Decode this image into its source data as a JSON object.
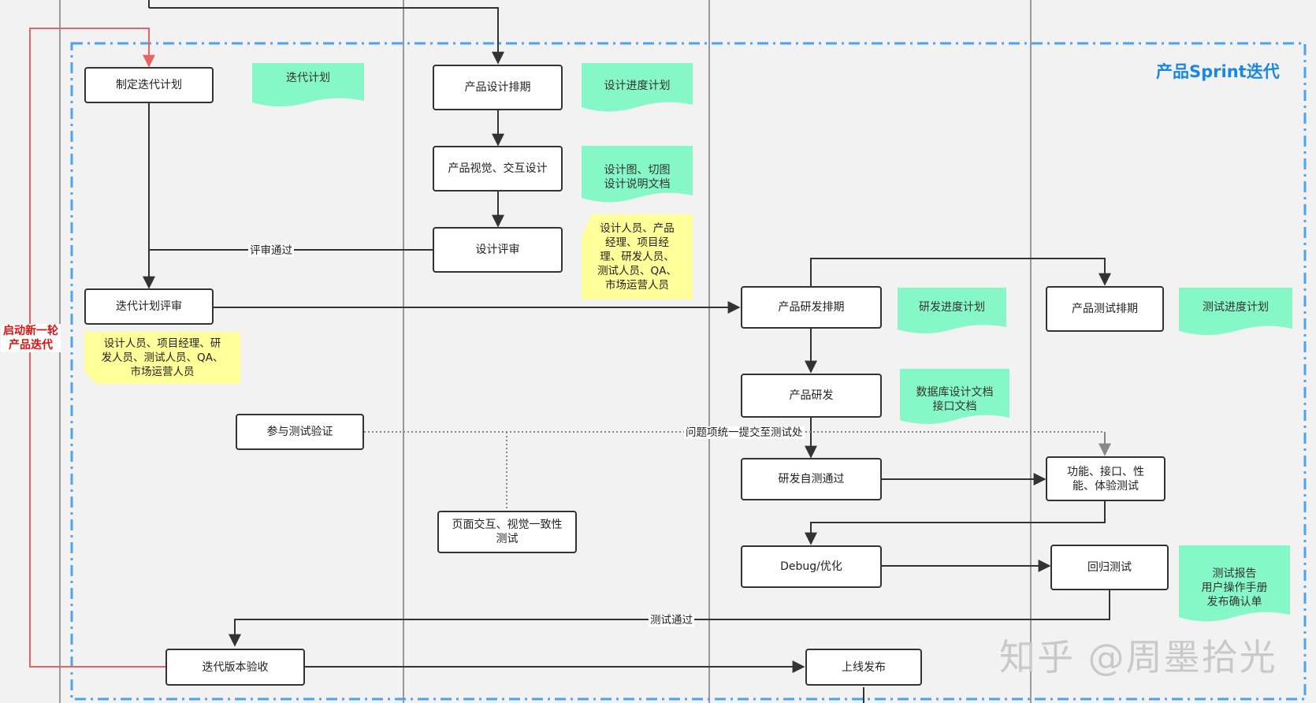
{
  "frame": {
    "title": "产品Sprint迭代"
  },
  "side_label": {
    "line1": "启动新一轮",
    "line2": "产品迭代"
  },
  "processes": {
    "make_plan": "制定迭代计划",
    "plan_review": "迭代计划评审",
    "join_test": "参与测试验证",
    "acceptance": "迭代版本验收",
    "design_schedule": "产品设计排期",
    "visual_design": "产品视觉、交互设计",
    "design_review": "设计评审",
    "ui_test": {
      "line1": "页面交互、视觉一致性",
      "line2": "测试"
    },
    "dev_schedule": "产品研发排期",
    "dev": "产品研发",
    "self_test": "研发自测通过",
    "debug": "Debug/优化",
    "release": "上线发布",
    "test_schedule": "产品测试排期",
    "func_test": {
      "line1": "功能、接口、性",
      "line2": "能、体验测试"
    },
    "regression": "回归测试"
  },
  "documents": {
    "iter_plan": "迭代计划",
    "design_progress": "设计进度计划",
    "design_docs": {
      "line1": "设计图、切图",
      "line2": "设计说明文档"
    },
    "dev_progress": "研发进度计划",
    "db_docs": {
      "line1": "数据库设计文档",
      "line2": "接口文档"
    },
    "test_progress": "测试进度计划",
    "reports": {
      "line1": "测试报告",
      "line2": "用户操作手册",
      "line3": "发布确认单"
    }
  },
  "notes": {
    "design_review_people": {
      "line1": "设计人员、产品",
      "line2": "经理、项目经",
      "line3": "理、研发人员、",
      "line4": "测试人员、QA、",
      "line5": "市场运营人员"
    },
    "plan_review_people": {
      "line1": "设计人员、项目经理、研",
      "line2": "发人员、测试人员、QA、",
      "line3": "市场运营人员"
    }
  },
  "edge_labels": {
    "review_pass": "评审通过",
    "issues_submit": "问题项统一提交至测试处",
    "test_pass": "测试通过"
  },
  "watermark": "知乎 @周墨拾光",
  "colors": {
    "background": "#f2f2f2",
    "sprint_border": "#4da3ee",
    "sprint_title": "#1a87e0",
    "doc_fill": "#86f7c6",
    "note_fill": "#ffff99",
    "restart_arrow": "#e86464",
    "restart_text": "#d11111"
  }
}
